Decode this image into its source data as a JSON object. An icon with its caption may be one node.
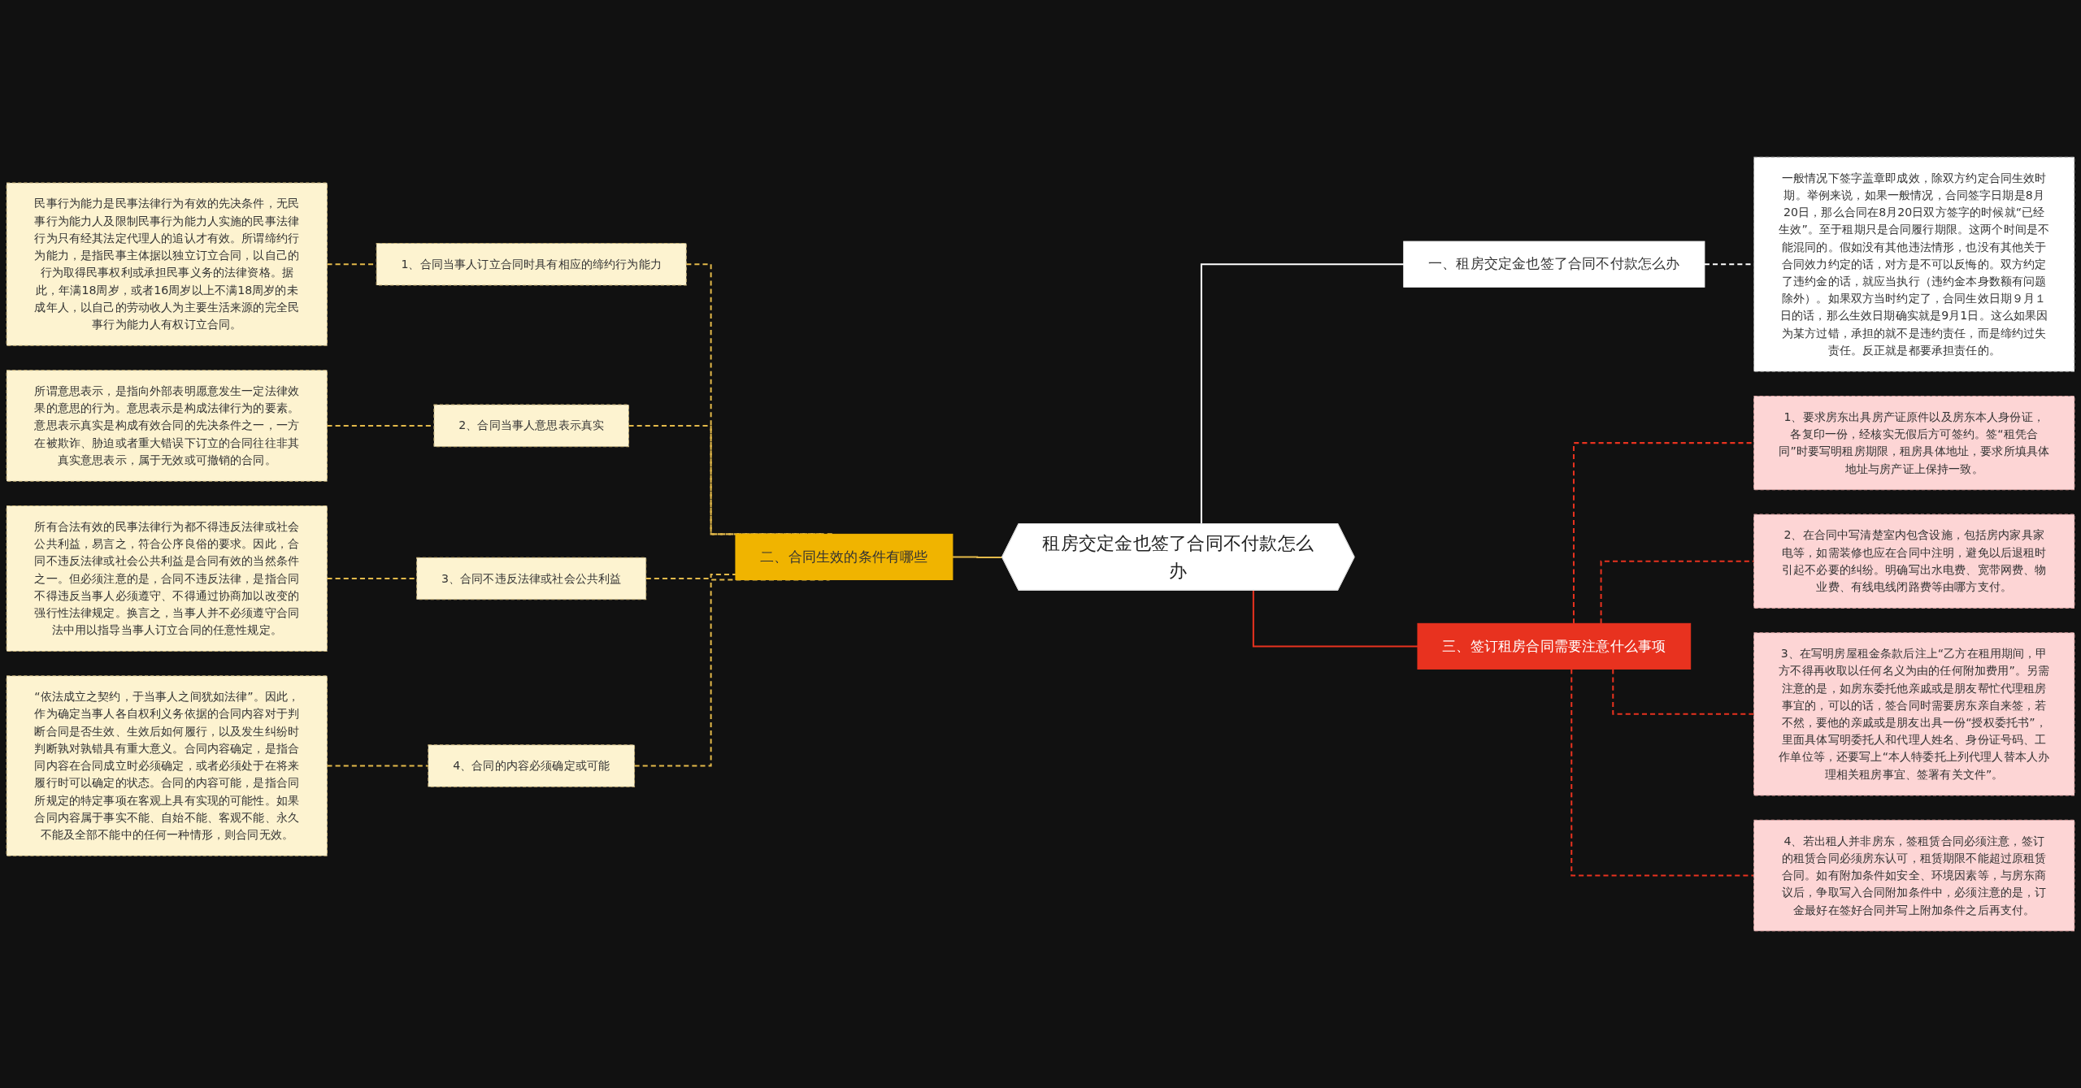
{
  "diagram": {
    "nodes": [
      {
        "text": [
          "租房交定金也签了合同不付款怎么办"
        ]
      },
      {
        "text": [
          "二、合同生效的条件有哪些"
        ]
      },
      {
        "text": [
          "1、合同当事人订立合同时具有相应的缔约行为能力"
        ]
      },
      {
        "text": [
          "2、合同当事人意思表示真实"
        ]
      },
      {
        "text": [
          "3、合同不违反法律或社会公共利益"
        ]
      },
      {
        "text": [
          "4、合同的内容必须确定或可能"
        ]
      },
      {
        "text": [
          "民事行为能力是民事法律行为有效的先决条件，无民事行为能力人及限制民事行为能力人实施的民事法律行为只有经其法定代理人的追认才有效。所谓缔约行为能力，是指民事主体据以独立订立合同，以自己的行为取得民事权利或承担民事义务的法律资格。据此，年满18周岁，或者16周岁以上不满18周岁的未成年人，以自己的劳动收人为主要生活来源的完全民事行为能力人有权订立合同。"
        ]
      },
      {
        "text": [
          "所谓意思表示，是指向外部表明愿意发生一定法律效果的意思的行为。意思表示是构成法律行为的要素。意思表示真实是构成有效合同的先决条件之一，一方在被欺诈、胁迫或者重大错误下订立的合同往往非其真实意思表示，属于无效或可撤销的合同。"
        ]
      },
      {
        "text": [
          "所有合法有效的民事法律行为都不得违反法律或社会公共利益，易言之，符合公序良俗的要求。因此，合同不违反法律或社会公共利益是合同有效的当然条件之一。但必须注意的是，合同不违反法律，是指合同不得违反当事人必须遵守、不得通过协商加以改变的强行性法律规定。换言之，当事人并不必须遵守合同法中用以指导当事人订立合同的任意性规定。"
        ]
      },
      {
        "text": [
          "“依法成立之契约，于当事人之间犹如法律”。因此，作为确定当事人各自权利义务依据的合同内容对于判断合同是否生效、生效后如何履行，以及发生纠纷时判断孰对孰错具有重大意义。合同内容确定，是指合同内容在合同成立时必须确定，或者必须处于在将来履行时可以确定的状态。合同的内容可能，是指合同所规定的特定事项在客观上具有实现的可能性。如果合同内容属于事实不能、自始不能、客观不能、永久不能及全部不能中的任何一种情形，则合同无效。"
        ]
      },
      {
        "text": [
          "一、租房交定金也签了合同不付款怎么办"
        ]
      },
      {
        "text": [
          "一般情况下签字盖章即成效，除双方约定合同生效时期。举例来说，如果一般情况，合同签字日期是8月20日，那么合同在8月20日双方签字的时候就“已经生效”。至于租期只是合同履行期限。这两个时间是不能混同的。假如没有其他违法情形，也没有其他关于合同效力约定的话，对方是不可以反悔的。双方约定了违约金的话，就应当执行（违约金本身数额有问题除外）。如果双方当时约定了，合同生效日期９月１日的话，那么生效日期确实就是9月1日。这么如果因为某方过错，承担的就不是违约责任，而是缔约过失责任。反正就是都要承担责任的。"
        ]
      },
      {
        "text": [
          "三、签订租房合同需要注意什么事项"
        ]
      },
      {
        "text": [
          "1、要求房东出具房产证原件以及房东本人身份证，各复印一份，经核实无假后方可签约。签“租凭合同”时要写明租房期限，租房具体地址，要求所填具体地址与房产证上保持一致。"
        ]
      },
      {
        "text": [
          "2、在合同中写清楚室内包含设施，包括房内家具家电等，如需装修也应在合同中注明，避免以后退租时引起不必要的纠纷。明确写出水电费、宽带网费、物业费、有线电线闭路费等由哪方支付。"
        ]
      },
      {
        "text": [
          "3、在写明房屋租金条款后注上“乙方在租用期间，甲方不得再收取以任何名义为由的任何附加费用”。另需注意的是，如房东委托他亲戚或是朋友帮忙代理租房事宜的，可以的话，签合同时需要房东亲自来签，若不然，要他的亲戚或是朋友出具一份“授权委托书”，里面具体写明委托人和代理人姓名、身份证号码、工作单位等，还要写上“本人特委托上列代理人替本人办理相关租房事宜、签署有关文件”。"
        ]
      },
      {
        "text": [
          "4、若出租人并非房东，签租赁合同必须注意，签订的租赁合同必须房东认可，租赁期限不能超过原租赁合同。如有附加条件如安全、环境因素等，与房东商议后，争取写入合同附加条件中，必须注意的是，订金最好在签好合同并写上附加条件之后再支付。"
        ]
      }
    ],
    "edges": [
      {
        "from": 6,
        "to": 2,
        "arrow": "none",
        "style": "dashed"
      },
      {
        "from": 7,
        "to": 3,
        "arrow": "none",
        "style": "dashed"
      },
      {
        "from": 8,
        "to": 4,
        "arrow": "none",
        "style": "dashed"
      },
      {
        "from": 9,
        "to": 5,
        "arrow": "none",
        "style": "dashed"
      },
      {
        "from": 2,
        "to": 1,
        "arrow": "none",
        "style": "dashed"
      },
      {
        "from": 3,
        "to": 1,
        "arrow": "none",
        "style": "dashed"
      },
      {
        "from": 4,
        "to": 1,
        "arrow": "none",
        "style": "dashed"
      },
      {
        "from": 5,
        "to": 1,
        "arrow": "none",
        "style": "dashed"
      },
      {
        "from": 1,
        "to": 0,
        "arrow": "none"
      },
      {
        "from": 0,
        "to": 10,
        "arrow": "none",
        "color": "#ffffff"
      },
      {
        "from": 10,
        "to": 11,
        "arrow": "none",
        "style": "dashed",
        "color": "#ffffff"
      },
      {
        "from": 0,
        "to": 12,
        "arrow": "none",
        "color": "#e8321f"
      },
      {
        "from": 12,
        "to": 13,
        "arrow": "none",
        "style": "dashed",
        "color": "#e8321f"
      },
      {
        "from": 12,
        "to": 14,
        "arrow": "none",
        "style": "dashed",
        "color": "#e8321f"
      },
      {
        "from": 12,
        "to": 15,
        "arrow": "none",
        "style": "dashed",
        "color": "#e8321f"
      },
      {
        "from": 12,
        "to": 16,
        "arrow": "none",
        "style": "dashed",
        "color": "#e8321f"
      }
    ]
  }
}
